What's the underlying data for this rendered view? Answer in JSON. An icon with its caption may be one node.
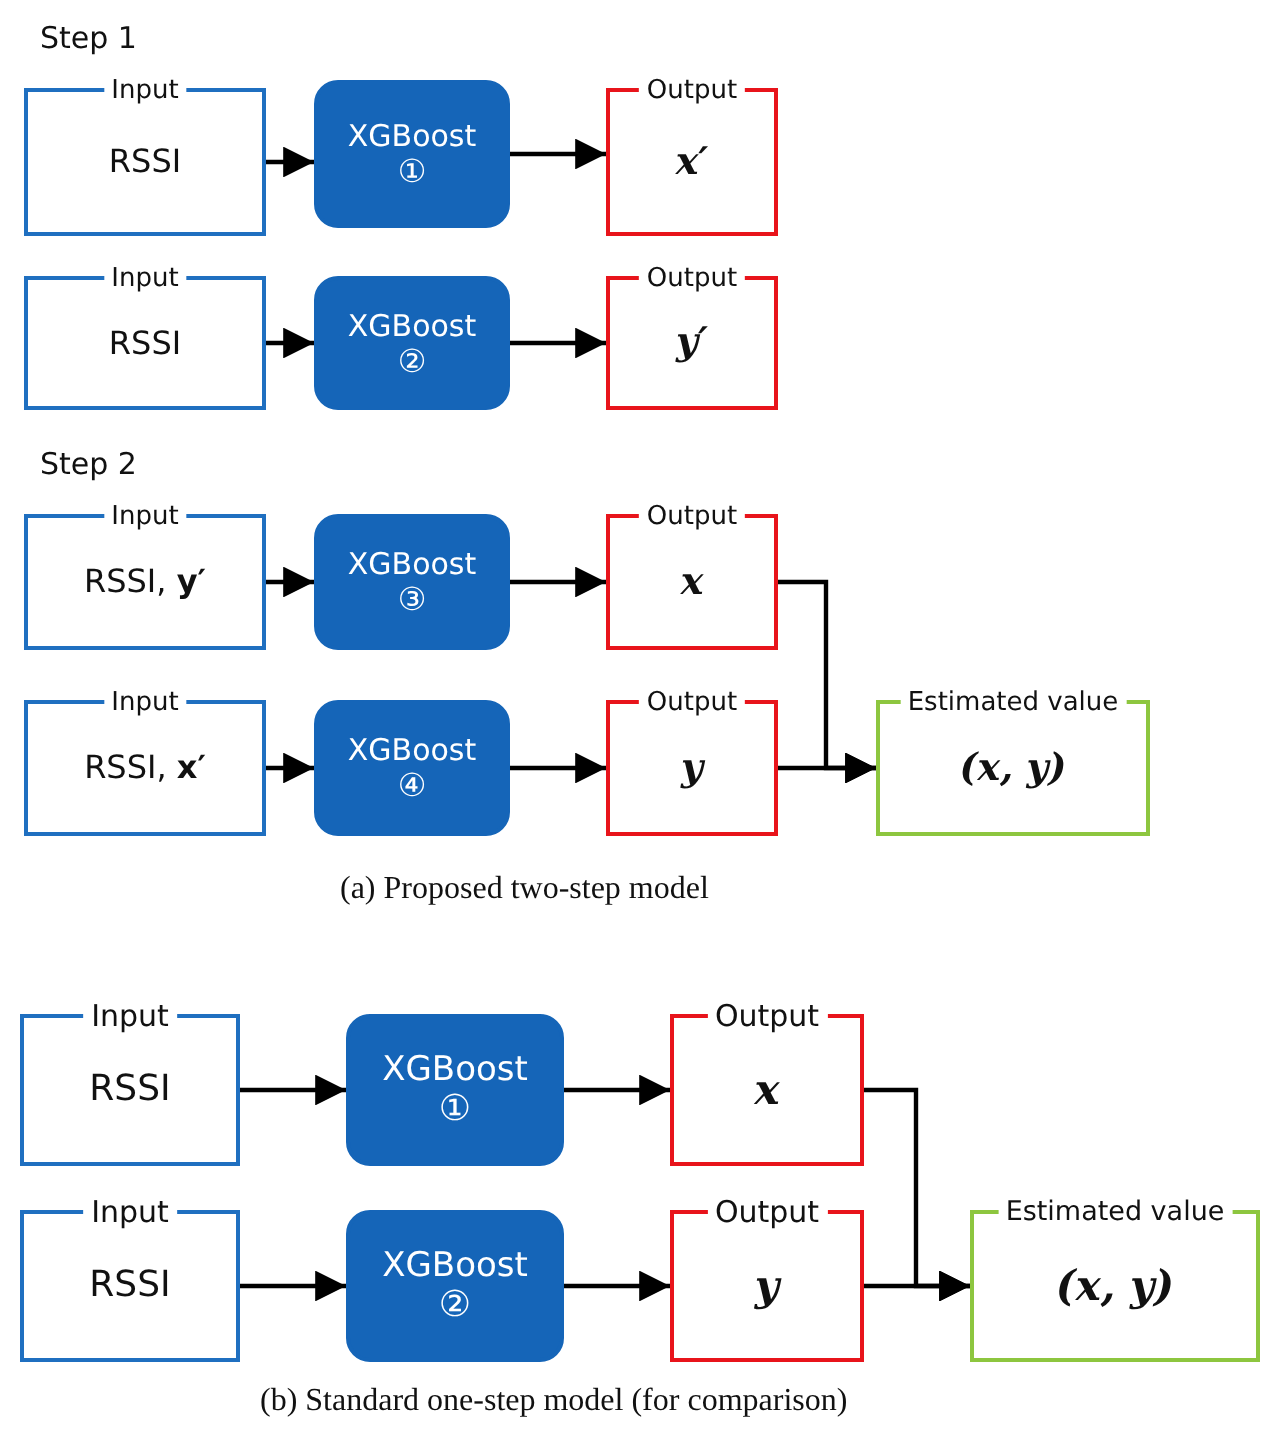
{
  "diagram": {
    "nodes": [
      {
        "text": [
          "Input",
          "RSSI"
        ]
      },
      {
        "text": [
          "XGBoost",
          "①"
        ]
      },
      {
        "text": [
          "Output",
          "x′"
        ]
      },
      {
        "text": [
          "Input",
          "RSSI"
        ]
      },
      {
        "text": [
          "XGBoost",
          "②"
        ]
      },
      {
        "text": [
          "Output",
          "y′"
        ]
      },
      {
        "text": [
          "Input",
          "RSSI, **y′**"
        ]
      },
      {
        "text": [
          "XGBoost",
          "③"
        ]
      },
      {
        "text": [
          "Output",
          "x"
        ]
      },
      {
        "text": [
          "Input",
          "RSSI, **x′**"
        ]
      },
      {
        "text": [
          "XGBoost",
          "④"
        ]
      },
      {
        "text": [
          "Output",
          "y"
        ]
      },
      {
        "text": [
          "Estimated value",
          "(x, y)"
        ]
      },
      {
        "text": [
          "Input",
          "RSSI"
        ]
      },
      {
        "text": [
          "XGBoost",
          "①"
        ]
      },
      {
        "text": [
          "Output",
          "x"
        ]
      },
      {
        "text": [
          "Input",
          "RSSI"
        ]
      },
      {
        "text": [
          "XGBoost",
          "②"
        ]
      },
      {
        "text": [
          "Output",
          "y"
        ]
      },
      {
        "text": [
          "Estimated value",
          "(x, y)"
        ]
      }
    ],
    "edges": [
      {
        "from": 0,
        "to": 1,
        "arrow": "to"
      },
      {
        "from": 1,
        "to": 2,
        "arrow": "to"
      },
      {
        "from": 3,
        "to": 4,
        "arrow": "to"
      },
      {
        "from": 4,
        "to": 5,
        "arrow": "to"
      },
      {
        "from": 6,
        "to": 7,
        "arrow": "to"
      },
      {
        "from": 7,
        "to": 8,
        "arrow": "to"
      },
      {
        "from": 9,
        "to": 10,
        "arrow": "to"
      },
      {
        "from": 10,
        "to": 11,
        "arrow": "to"
      },
      {
        "from": 8,
        "to": 12,
        "arrow": "to"
      },
      {
        "from": 11,
        "to": 12,
        "arrow": "to"
      },
      {
        "from": 13,
        "to": 14,
        "arrow": "to"
      },
      {
        "from": 14,
        "to": 15,
        "arrow": "to"
      },
      {
        "from": 16,
        "to": 17,
        "arrow": "to"
      },
      {
        "from": 17,
        "to": 18,
        "arrow": "to"
      },
      {
        "from": 15,
        "to": 19,
        "arrow": "to"
      },
      {
        "from": 18,
        "to": 19,
        "arrow": "to"
      }
    ],
    "labels": [
      "Step 1",
      "Step 2",
      "(a) Proposed two-step model",
      "(b) Standard one-step model (for comparison)"
    ]
  }
}
